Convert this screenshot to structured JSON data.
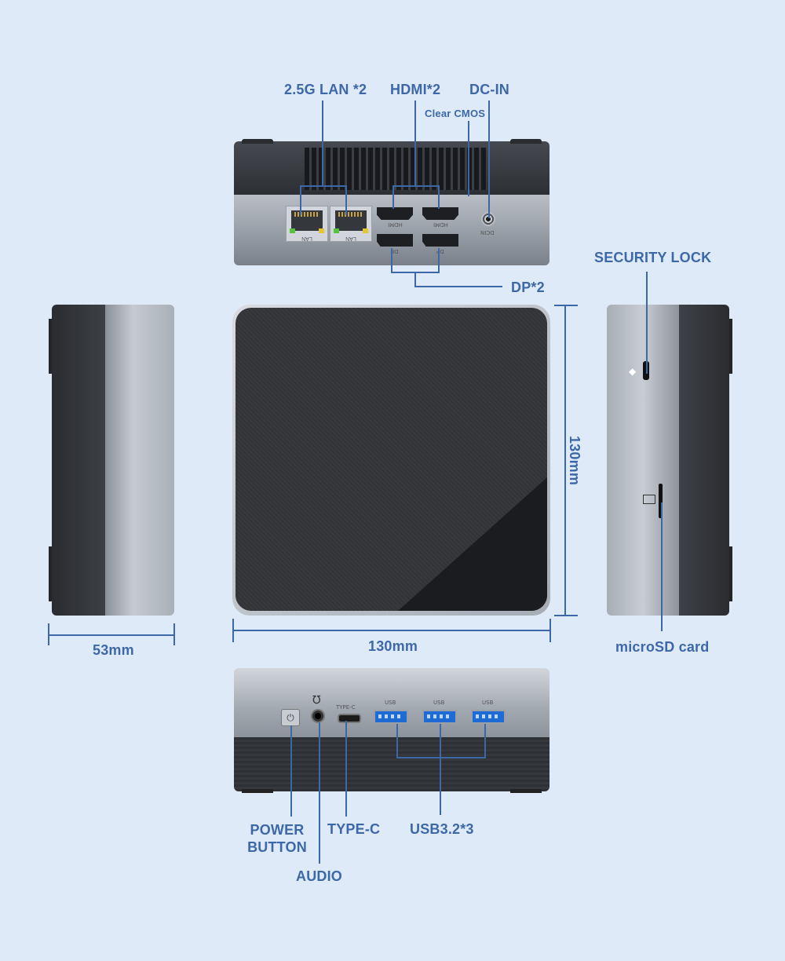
{
  "callouts": {
    "lan": "2.5G LAN *2",
    "hdmi": "HDMI*2",
    "dcin": "DC-IN",
    "clear_cmos": "Clear CMOS",
    "dp": "DP*2",
    "security_lock": "SECURITY LOCK",
    "microsd": "microSD card",
    "power_button": "POWER BUTTON",
    "type_c": "TYPE-C",
    "usb": "USB3.2*3",
    "audio": "AUDIO"
  },
  "dimensions": {
    "depth": "53mm",
    "width": "130mm",
    "height": "130mm"
  },
  "port_labels": {
    "lan1": "LAN",
    "lan2": "LAN",
    "hdmi1": "HDMI",
    "hdmi2": "HDMI",
    "dp1": "DP",
    "dp2": "DP",
    "dcin": "DCIN",
    "typec": "TYPE-C",
    "usb1": "USB",
    "usb2": "USB",
    "usb3": "USB"
  },
  "colors": {
    "background": "#dfeaf8",
    "accent": "#3d68a8",
    "usb_port": "#1e6bd6"
  }
}
